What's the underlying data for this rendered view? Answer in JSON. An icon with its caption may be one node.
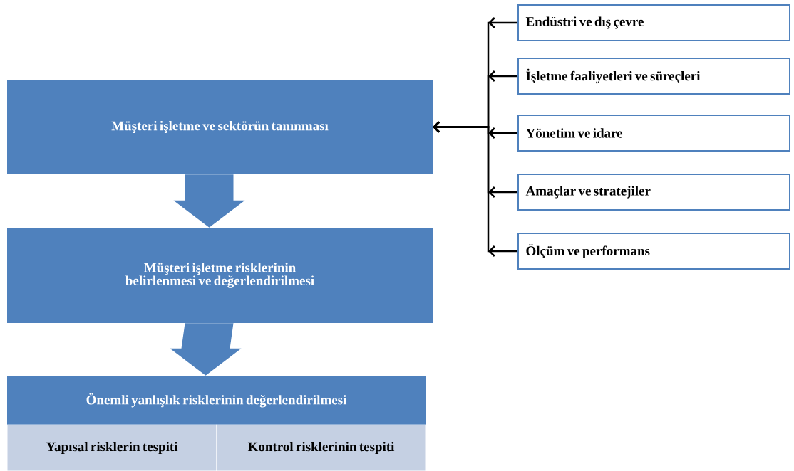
{
  "diagram": {
    "nodes": [
      {
        "text": [
          "Müşteri işletme ve sektörün tanınması"
        ]
      },
      {
        "text": [
          "Müşteri işletme risklerinin belirlenmesi ve değerlendirilmesi"
        ]
      },
      {
        "text": [
          "Önemli yanlışlık risklerinin değerlendirilmesi"
        ]
      },
      {
        "text": [
          "Yapısal risklerin tespiti"
        ]
      },
      {
        "text": [
          "Kontrol risklerinin tespiti"
        ]
      },
      {
        "text": [
          "Endüstri ve dış çevre"
        ]
      },
      {
        "text": [
          "İşletme faaliyetleri ve süreçleri"
        ]
      },
      {
        "text": [
          "Yönetim ve idare"
        ]
      },
      {
        "text": [
          "Amaçlar ve stratejiler"
        ]
      },
      {
        "text": [
          "Ölçüm ve performans"
        ]
      }
    ],
    "edges": [
      {
        "from": 5,
        "to": 0,
        "arrow": "to"
      },
      {
        "from": 6,
        "to": 0,
        "arrow": "to"
      },
      {
        "from": 7,
        "to": 0,
        "arrow": "to"
      },
      {
        "from": 8,
        "to": 0,
        "arrow": "to"
      },
      {
        "from": 9,
        "to": 0,
        "arrow": "to"
      },
      {
        "from": 0,
        "to": 1,
        "arrow": "to",
        "style": "thick",
        "color": "#4f81bd"
      },
      {
        "from": 1,
        "to": 2,
        "arrow": "to",
        "style": "thick",
        "color": "#4f81bd"
      }
    ]
  }
}
